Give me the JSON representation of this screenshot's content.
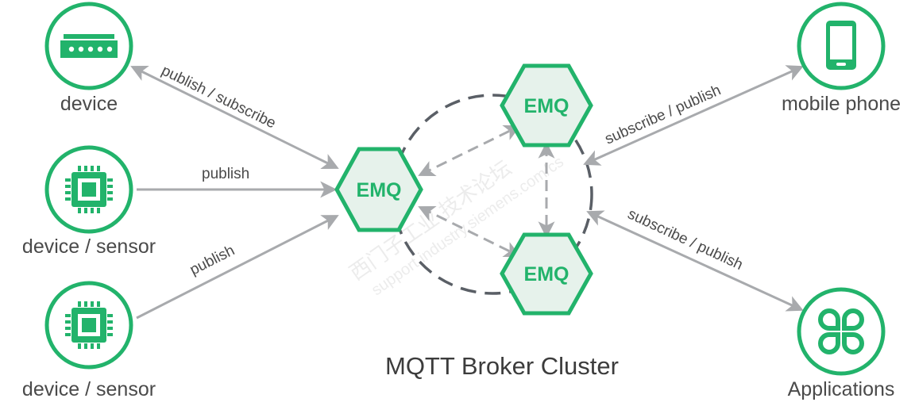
{
  "colors": {
    "green": "#22b36b",
    "hex_fill": "#e6f2eb",
    "arrow": "#a8aaad",
    "dash": "#5a5f66",
    "text": "#4a4a4a"
  },
  "title": "MQTT Broker Cluster",
  "nodes": {
    "device": "device",
    "sensor1": "device / sensor",
    "sensor2": "device / sensor",
    "mobile": "mobile phone",
    "apps": "Applications"
  },
  "brokers": {
    "left": "EMQ",
    "top": "EMQ",
    "bottom": "EMQ"
  },
  "edges": {
    "device_broker": "publish / subscribe",
    "sensor1_broker": "publish",
    "sensor2_broker": "publish",
    "broker_mobile": "subscribe / publish",
    "broker_apps": "subscribe / publish"
  },
  "icons": {
    "device": "router-icon",
    "sensor1": "chip-icon",
    "sensor2": "chip-icon",
    "mobile": "smartphone-icon",
    "apps": "clover-apps-icon"
  },
  "watermark": [
    "西门子工业 技术论坛",
    "support.industry.siemens.com/cs"
  ]
}
